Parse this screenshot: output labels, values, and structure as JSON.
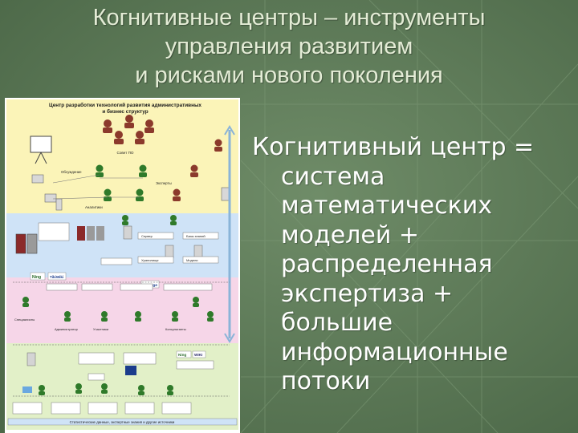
{
  "slide": {
    "title_lines": [
      "Когнитивные центры – инструменты",
      "управления развитием",
      "и рисками нового поколения"
    ],
    "body_lines": [
      "Когнитивный центр =",
      "система",
      "математических",
      "моделей +",
      "распределенная",
      "экспертиза +",
      "большие",
      "информационные",
      "потоки"
    ]
  },
  "diagram": {
    "title_lines": [
      "Центр разработки технологий развития административных",
      "и бизнес структур"
    ],
    "band1_labels": [
      "Совет ПО",
      "Обсуждение",
      "Эксперты",
      "Аналитики"
    ],
    "band2_labels": [
      "Сервер",
      "Базы знаний",
      "Хранилище",
      "Модели"
    ],
    "logos": [
      "Ning",
      "TikiWiki",
      "Protege",
      "WIKI",
      "Ning"
    ],
    "band4_labels": [
      "Специалисты",
      "Администратор",
      "Участники",
      "Консультанты"
    ],
    "footer_text": "Статистические данные, экспертные знания и другие источники"
  },
  "colors": {
    "slide_background": "#5e7b59",
    "title_text": "#e4ecd6",
    "body_text": "#ffffff",
    "band_yellow": "#fbf4b8",
    "band_blue": "#cfe3f7",
    "band_pink": "#f6d6e8",
    "band_green": "#e2f0c8"
  }
}
